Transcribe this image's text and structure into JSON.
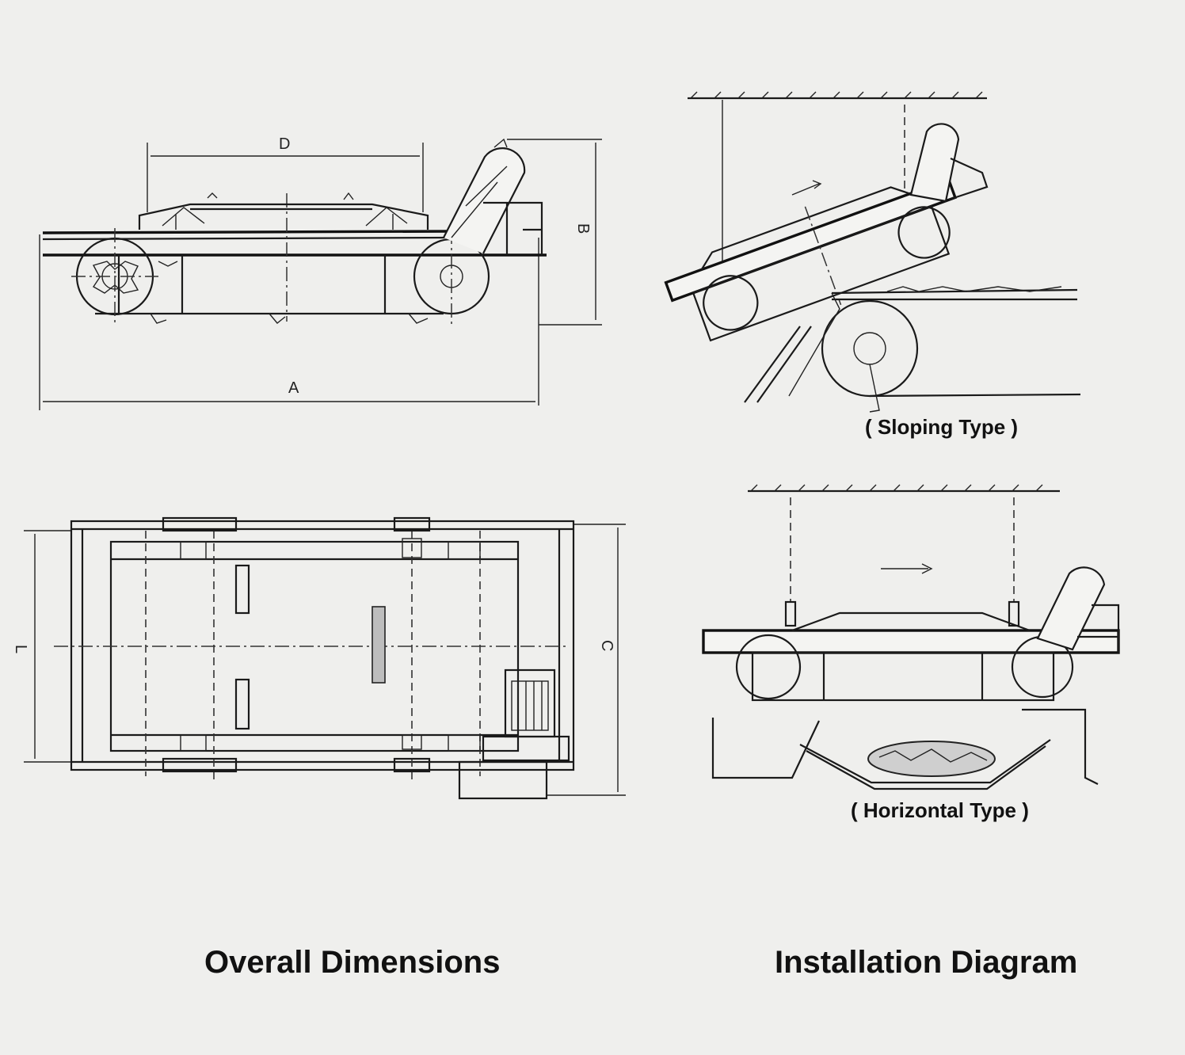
{
  "dimensions": {
    "a": "A",
    "b": "B",
    "c": "C",
    "d": "D",
    "l": "L"
  },
  "sloping_label": "( Sloping Type )",
  "horizontal_label": "( Horizontal Type )",
  "overall_caption": "Overall Dimensions",
  "installation_caption": "Installation  Diagram"
}
